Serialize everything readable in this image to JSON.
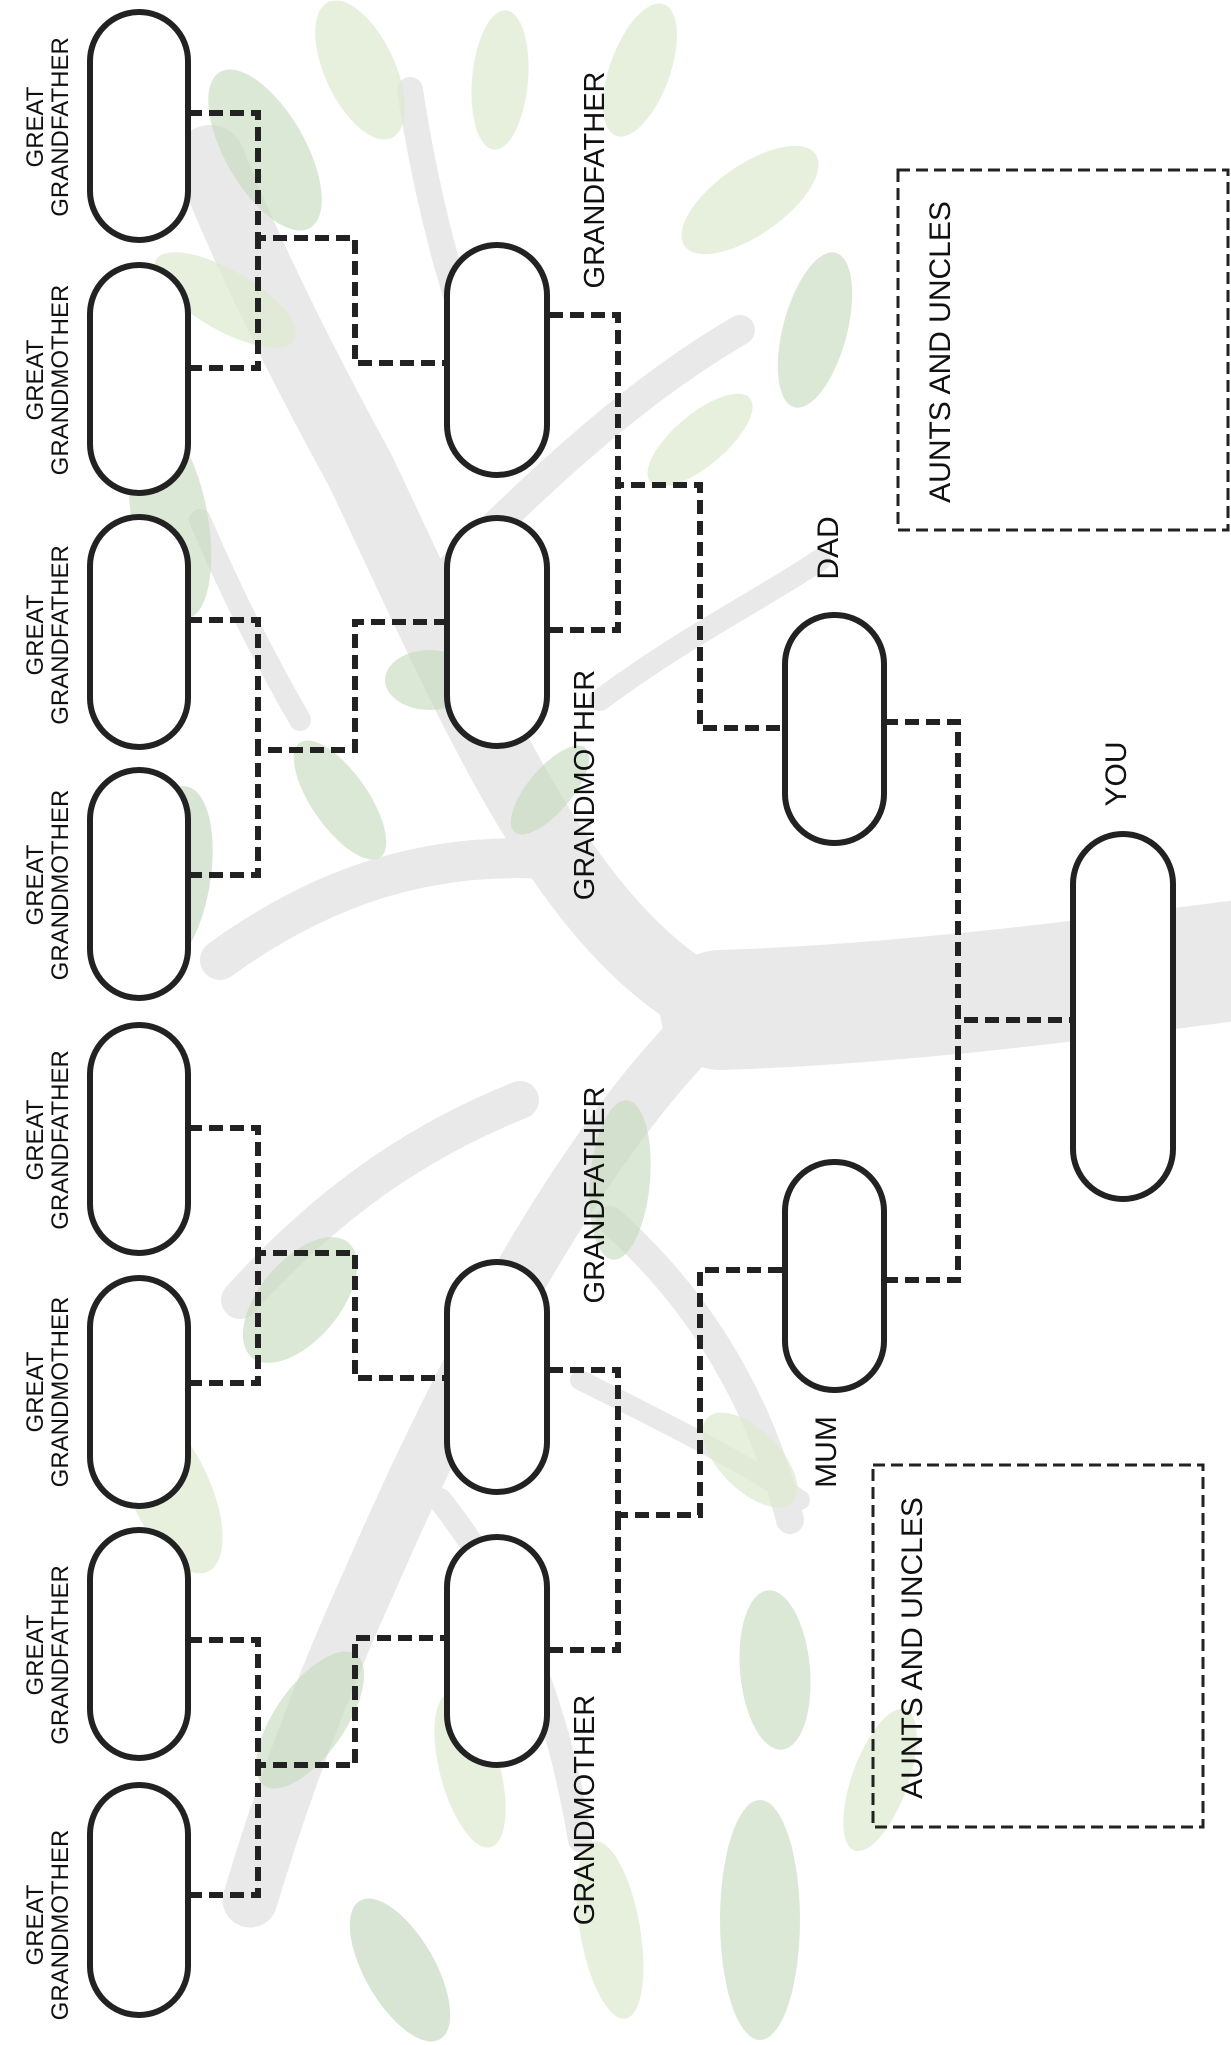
{
  "labels": {
    "you": "YOU",
    "dad": "DAD",
    "mum": "MUM",
    "grandfather": "GRANDFATHER",
    "grandmother": "GRANDMOTHER",
    "great": "GREAT",
    "great_grandfather": "GRANDFATHER",
    "great_grandmother": "GRANDMOTHER",
    "aunts_uncles": "AUNTS AND UNCLES"
  },
  "colors": {
    "outline": "#222222",
    "tree": "#e9e9e9",
    "leaf": "#c9dcc0"
  }
}
